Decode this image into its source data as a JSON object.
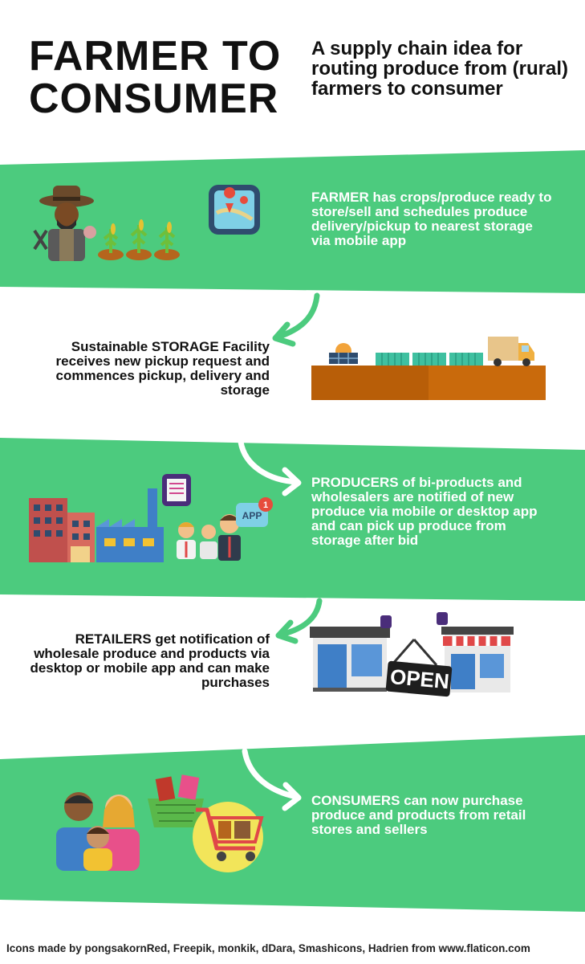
{
  "header": {
    "title_line1": "FARMER TO",
    "title_line2": "CONSUMER",
    "subtitle": "A supply chain idea for routing produce from (rural) farmers to consumer"
  },
  "steps": [
    {
      "highlight": "FARMER",
      "text": " has crops/produce ready to store/sell and schedules produce delivery/pickup to nearest storage via mobile app"
    },
    {
      "text": "Sustainable ",
      "highlight": "STORAGE",
      "text_after": " Facility receives new pickup request and commences pickup, delivery and storage"
    },
    {
      "highlight": "PRODUCERS",
      "text": " of bi-products and wholesalers are notified of new produce via mobile or desktop app and can pick up produce from storage after bid"
    },
    {
      "highlight": "RETAILERS",
      "text": " get notification of wholesale produce and products via desktop or mobile app and can make purchases"
    },
    {
      "highlight": "CONSUMERS",
      "text": " can now purchase produce and products from retail stores and sellers"
    }
  ],
  "icons": {
    "app_label": "APP",
    "app_badge": "1",
    "open_sign": "OPEN"
  },
  "credits": "Icons made by pongsakornRed, Freepik, monkik, dDara, Smashicons, Hadrien from www.flaticon.com",
  "colors": {
    "band_green": "#4ccb7e",
    "arrow_white": "#ffffff",
    "arrow_green": "#4ccb7e",
    "soil": "#c96a0c"
  }
}
